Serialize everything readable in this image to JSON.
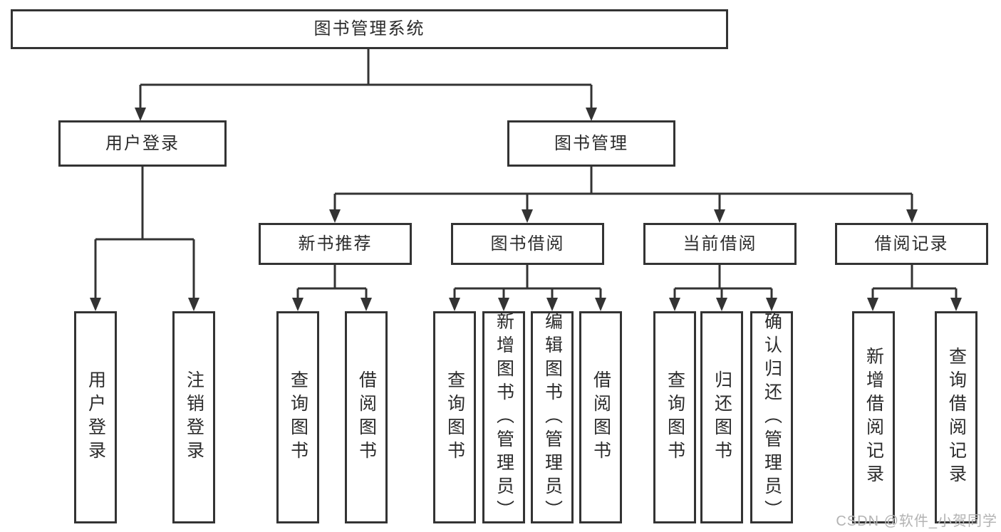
{
  "diagram": {
    "type": "hierarchy-tree",
    "root": {
      "label": "图书管理系统"
    },
    "level2": [
      {
        "label": "用户登录"
      },
      {
        "label": "图书管理"
      }
    ],
    "level3": [
      {
        "label": "新书推荐",
        "parent": "图书管理"
      },
      {
        "label": "图书借阅",
        "parent": "图书管理"
      },
      {
        "label": "当前借阅",
        "parent": "图书管理"
      },
      {
        "label": "借阅记录",
        "parent": "图书管理"
      }
    ],
    "leaves": [
      {
        "label": "用户登录",
        "parent": "用户登录"
      },
      {
        "label": "注销登录",
        "parent": "用户登录"
      },
      {
        "label": "查询图书",
        "parent": "新书推荐"
      },
      {
        "label": "借阅图书",
        "parent": "新书推荐"
      },
      {
        "label": "查询图书",
        "parent": "图书借阅"
      },
      {
        "label": "新增图书（管理员）",
        "parent": "图书借阅"
      },
      {
        "label": "编辑图书（管理员）",
        "parent": "图书借阅"
      },
      {
        "label": "借阅图书",
        "parent": "图书借阅"
      },
      {
        "label": "查询图书",
        "parent": "当前借阅"
      },
      {
        "label": "归还图书",
        "parent": "当前借阅"
      },
      {
        "label": "确认归还（管理员）",
        "parent": "当前借阅"
      },
      {
        "label": "新增借阅记录",
        "parent": "借阅记录"
      },
      {
        "label": "查询借阅记录",
        "parent": "借阅记录"
      }
    ]
  },
  "watermark": {
    "text": "CSDN @软件_小贺同学"
  },
  "colors": {
    "line": "#333333",
    "box_border": "#333333",
    "box_fill": "#ffffff",
    "text": "#2b2b2b",
    "watermark": "#b3b3b3",
    "background": "#ffffff"
  }
}
